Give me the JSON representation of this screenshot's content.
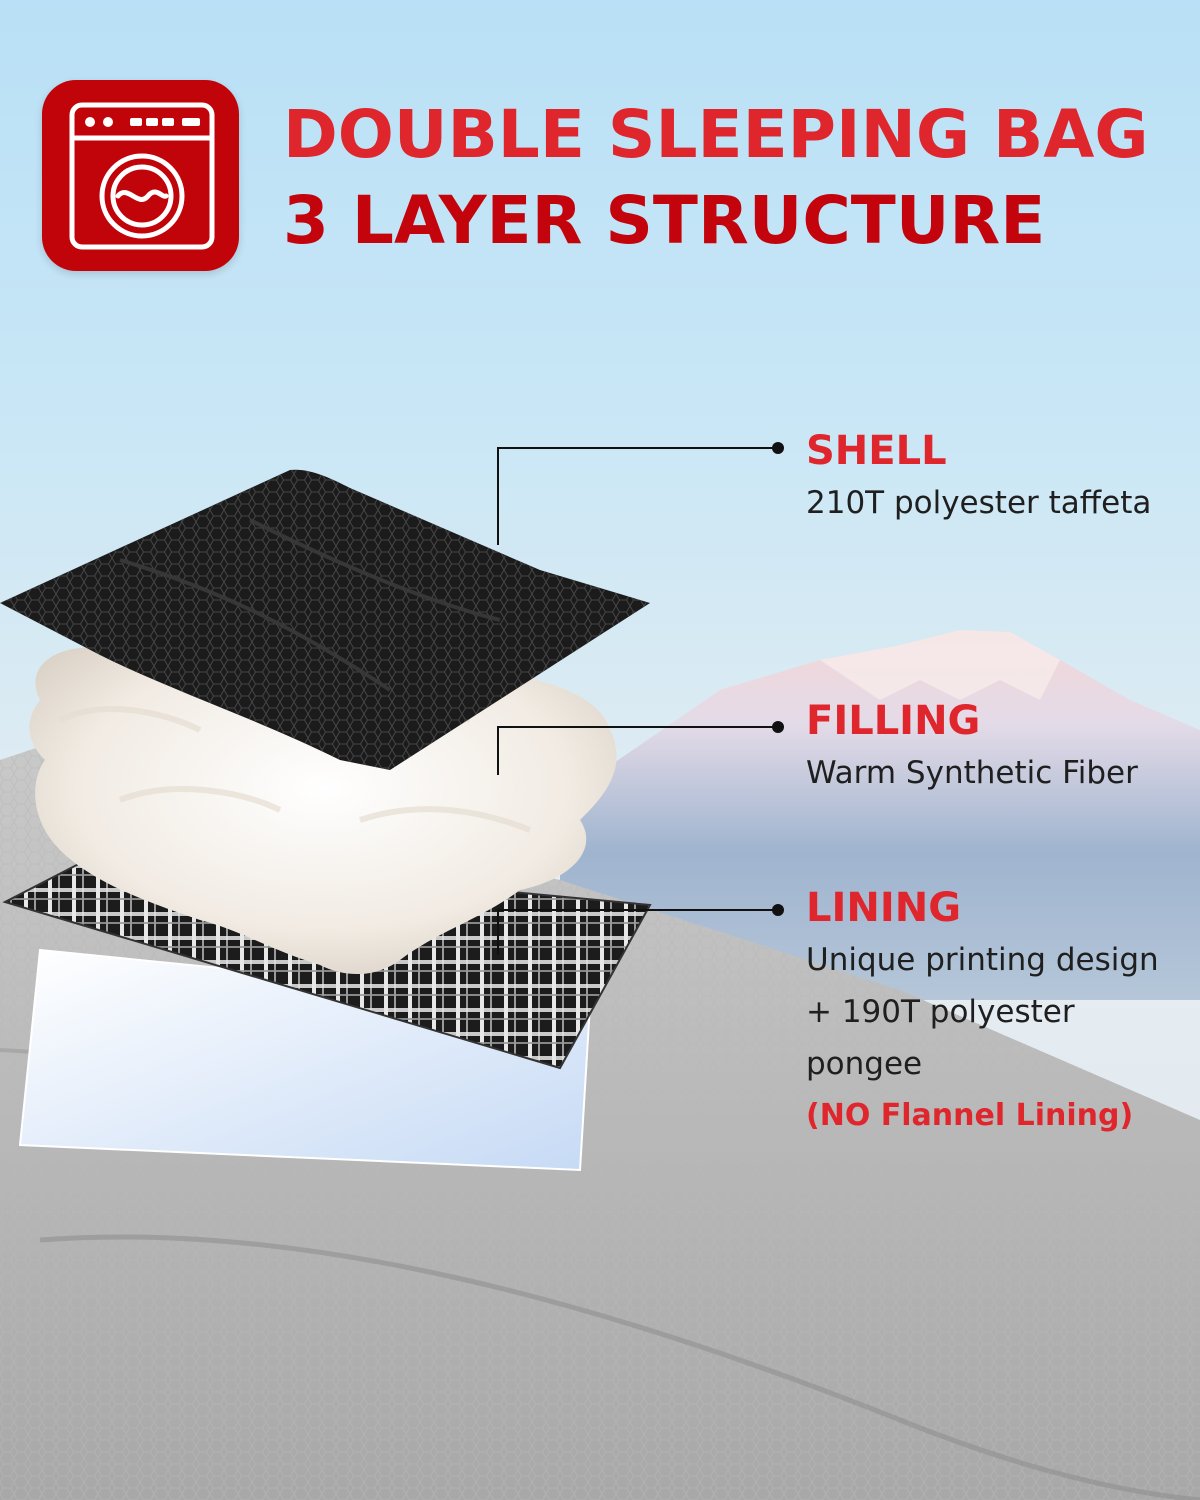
{
  "headline": {
    "line1": "DOUBLE SLEEPING BAG",
    "line2": "3 LAYER STRUCTURE"
  },
  "icon": {
    "name": "washing-machine-icon",
    "background": "#c0040a"
  },
  "colors": {
    "accent": "#e0262d",
    "accent_dark": "#c4040c",
    "text": "#1f1f1f"
  },
  "layers": {
    "shell": {
      "name": "SHELL",
      "desc": "210T polyester taffeta"
    },
    "filling": {
      "name": "FILLING",
      "desc": "Warm Synthetic Fiber"
    },
    "lining": {
      "name": "LINING",
      "desc_line1": "Unique printing design",
      "desc_line2": "+ 190T polyester",
      "desc_line3": "pongee",
      "note": "(NO Flannel Lining)"
    }
  }
}
